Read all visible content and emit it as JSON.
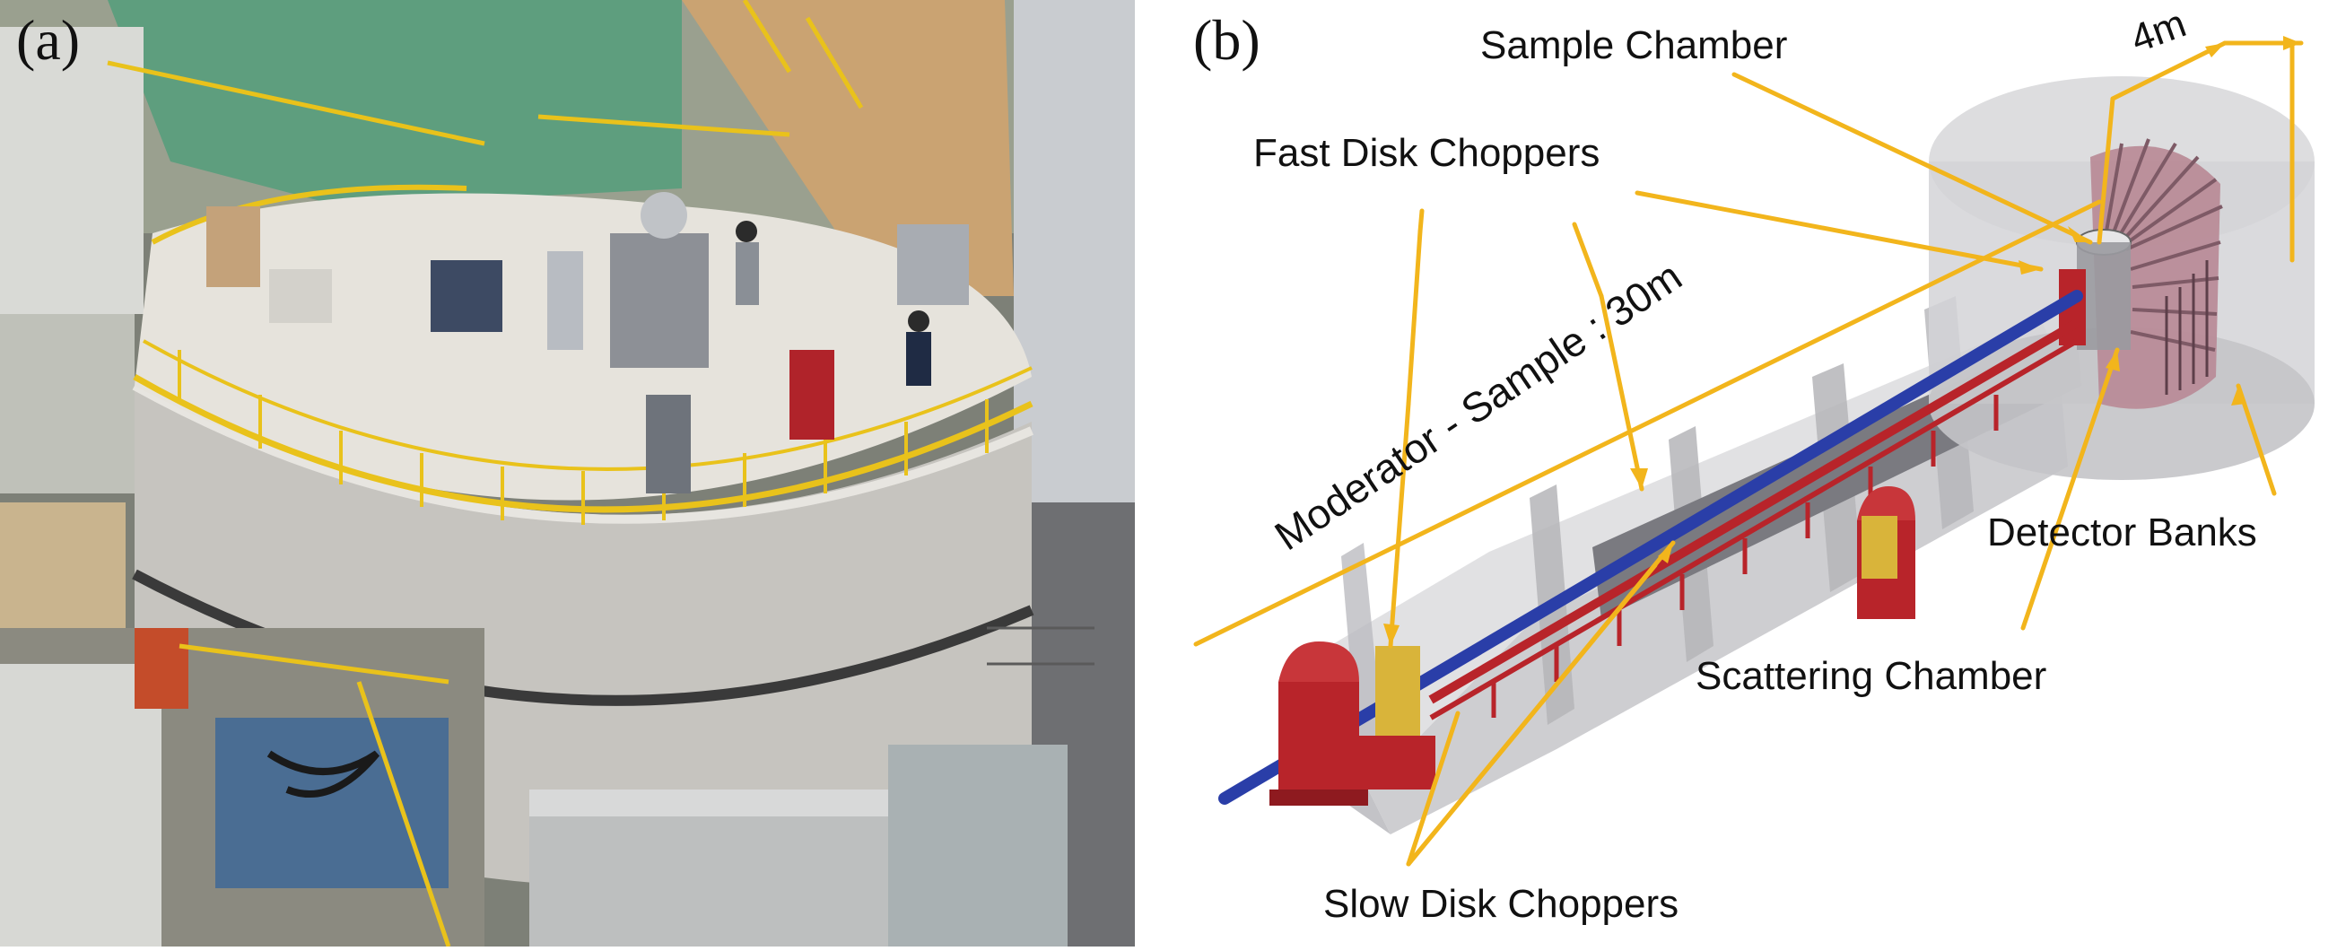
{
  "panel_a": {
    "letter": "(a)"
  },
  "panel_b": {
    "letter": "(b)",
    "labels": {
      "sample_chamber": "Sample Chamber",
      "dimension_4m": "4m",
      "fast_disk_choppers": "Fast Disk Choppers",
      "moderator_sample": "Moderator - Sample : 30m",
      "detector_banks": "Detector Banks",
      "scattering_chamber": "Scattering Chamber",
      "slow_disk_choppers": "Slow Disk Choppers"
    }
  },
  "colors": {
    "annotation": "#f2b51c",
    "steel_red": "#b8242a",
    "beam_blue": "#2a3ea8",
    "shield_grey": "#cfcfd2",
    "detector_pink": "#b98c98"
  }
}
